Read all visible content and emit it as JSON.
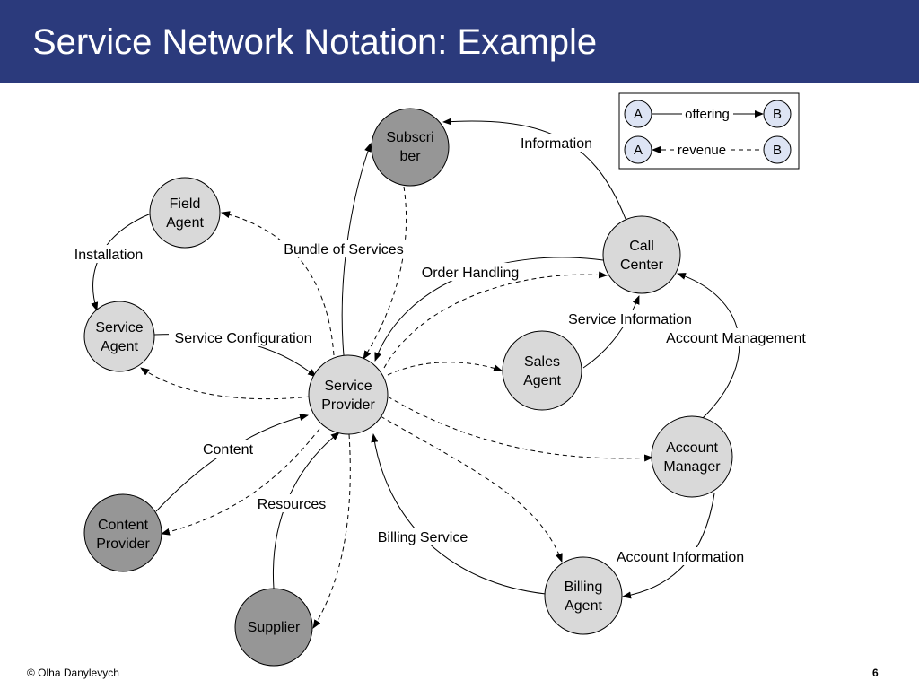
{
  "title": "Service Network Notation: Example",
  "footer": {
    "copyright": "© Olha Danylevych",
    "page_number": "6"
  },
  "legend": {
    "offering": {
      "from": "A",
      "to": "B",
      "label": "offering"
    },
    "revenue": {
      "from": "A",
      "to": "B",
      "label": "revenue"
    }
  },
  "nodes": {
    "subscriber": {
      "line1": "Subscri",
      "line2": "ber"
    },
    "field_agent": {
      "line1": "Field",
      "line2": "Agent"
    },
    "service_agent": {
      "line1": "Service",
      "line2": "Agent"
    },
    "call_center": {
      "line1": "Call",
      "line2": "Center"
    },
    "service_provider": {
      "line1": "Service",
      "line2": "Provider"
    },
    "sales_agent": {
      "line1": "Sales",
      "line2": "Agent"
    },
    "account_manager": {
      "line1": "Account",
      "line2": "Manager"
    },
    "content_provider": {
      "line1": "Content",
      "line2": "Provider"
    },
    "billing_agent": {
      "line1": "Billing",
      "line2": "Agent"
    },
    "supplier": {
      "line1": "Supplier"
    }
  },
  "edge_labels": {
    "information": "Information",
    "installation": "Installation",
    "bundle_of_services": "Bundle of Services",
    "order_handling": "Order Handling",
    "service_configuration": "Service Configuration",
    "service_information": "Service Information",
    "account_management": "Account Management",
    "content": "Content",
    "resources": "Resources",
    "billing_service": "Billing Service",
    "account_information": "Account Information"
  },
  "colors": {
    "header": "#2b3a7c",
    "light_node": "#d9d9d9",
    "dark_node": "#969696",
    "legend_node": "#dde4f4"
  }
}
